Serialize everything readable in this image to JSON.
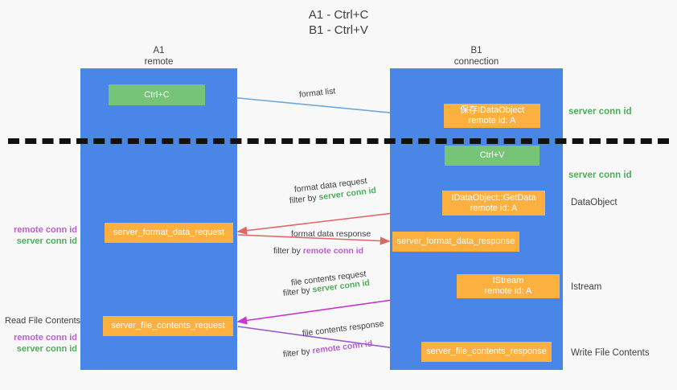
{
  "title": "A1 - Ctrl+C\nB1 - Ctrl+V",
  "columns": {
    "left": "A1\nremote",
    "right": "B1\nconnection"
  },
  "nodes": {
    "ctrl_c": "Ctrl+C",
    "save_idataobject": "保存IDataObject\nremote id: A",
    "ctrl_v": "Ctrl+V",
    "getdata": "IDataObject::GetData\nremote id: A",
    "format_data_request": "server_format_data_request",
    "format_data_response": "server_format_data_response",
    "istream": "IStream\nremote id: A",
    "file_contents_request": "server_file_contents_request",
    "file_contents_response": "server_file_contents_response"
  },
  "right_labels": {
    "server_conn_id_1": "server conn id",
    "server_conn_id_2": "server conn id",
    "dataobject": "DataObject",
    "istream": "Istream",
    "write_file_contents": "Write File Contents"
  },
  "left_labels": {
    "remote_conn_id_1": "remote conn id",
    "server_conn_id_1": "server conn id",
    "read_file_contents": "Read File Contents",
    "remote_conn_id_2": "remote conn id",
    "server_conn_id_2": "server conn id"
  },
  "flow_labels": {
    "format_list": "format list",
    "format_data_request": "format data request",
    "format_data_request_filter_prefix": "filter by ",
    "format_data_request_filter_key": "server conn id",
    "format_data_response": "format data response",
    "format_data_response_filter_prefix": "filter by ",
    "format_data_response_filter_key": "remote conn id",
    "file_contents_request": "file contents request",
    "file_contents_request_filter_prefix": "filter by ",
    "file_contents_request_filter_key": "server conn id",
    "file_contents_response": "file contents response",
    "file_contents_response_filter_prefix": "filter by ",
    "file_contents_response_filter_key": "remote conn id"
  },
  "colors": {
    "lane": "#4a86e8",
    "green_node": "#76c478",
    "orange_node": "#fbb040",
    "server_conn": "#4fad5b",
    "remote_conn": "#bb5fd0",
    "arrow_blue": "#6fa8dc",
    "arrow_red": "#e06666",
    "arrow_magenta": "#c936c9",
    "arrow_purple": "#9b59d0",
    "arrow_black": "#111111",
    "background": "#f8f8f8"
  }
}
